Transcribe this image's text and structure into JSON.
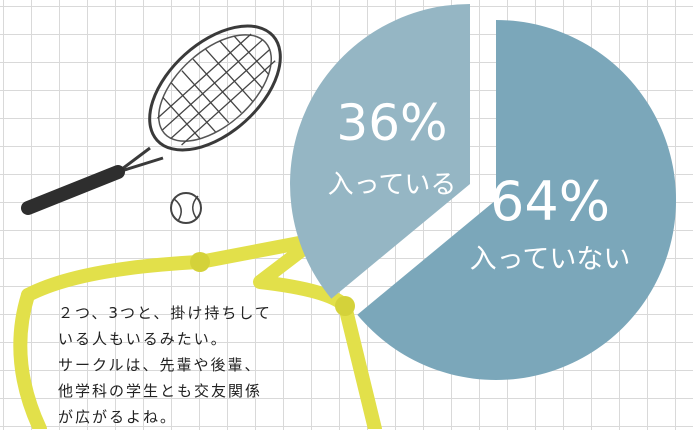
{
  "chart_data": {
    "type": "pie",
    "slices": [
      {
        "label": "入っている",
        "value": 36,
        "value_text": "36%",
        "color": "#95b6c4"
      },
      {
        "label": "入っていない",
        "value": 64,
        "value_text": "64%",
        "color": "#7ba7ba"
      }
    ]
  },
  "comment": {
    "lines": [
      "２つ、3つと、掛け持ちして",
      "いる人もいるみたい。",
      "サークルは、先輩や後輩、",
      "他学科の学生とも交友関係",
      "が広がるよね。"
    ]
  },
  "colors": {
    "bubble": "#e2e04a",
    "grid": "#d9d9d9",
    "text": "#222222"
  },
  "icons": [
    "tennis-racket-icon",
    "tennis-ball-icon",
    "speech-bubble-icon"
  ]
}
